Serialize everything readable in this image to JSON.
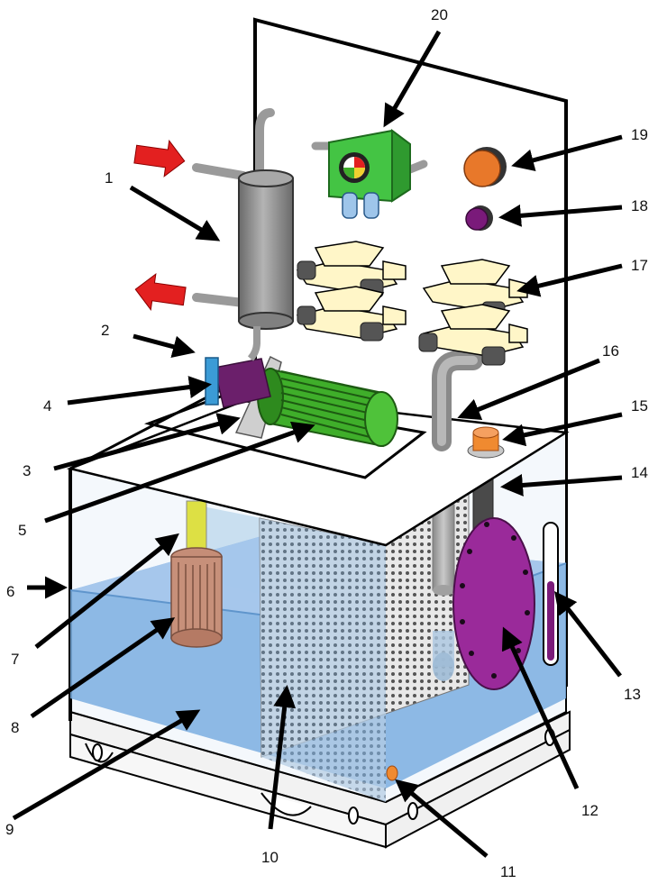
{
  "labels": {
    "n1": "1",
    "n2": "2",
    "n3": "3",
    "n4": "4",
    "n5": "5",
    "n6": "6",
    "n7": "7",
    "n8": "8",
    "n9": "9",
    "n10": "10",
    "n11": "11",
    "n12": "12",
    "n13": "13",
    "n14": "14",
    "n15": "15",
    "n16": "16",
    "n17": "17",
    "n18": "18",
    "n19": "19",
    "n20": "20"
  },
  "colors": {
    "oil": "#7aaee0",
    "motor": "#3fae2a",
    "coupling": "#6b1f6b",
    "pump_flange": "#3b9bd6",
    "filter": "#8a8a8a",
    "valve": "#fff6c8",
    "manifold": "#44c444",
    "gauge_orange": "#e8782a",
    "gauge_purple": "#7a1a7a",
    "inspection_cover": "#9a2a9a",
    "breather": "#f08a30",
    "arrow_red": "#e32020",
    "suction_filter": "#c7907a",
    "suction_pipe": "#dde044"
  }
}
